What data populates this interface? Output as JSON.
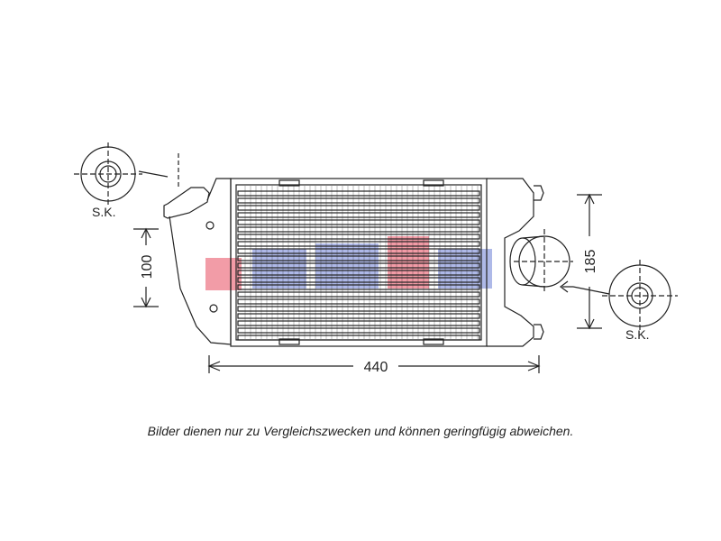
{
  "labels": {
    "section_left": "S.K.",
    "section_right": "S.K.",
    "dim_height": "100",
    "dim_width": "440",
    "dim_depth": "185"
  },
  "caption": "Bilder dienen nur zu Vergleichszwecken und können geringfügig abweichen.",
  "colors": {
    "line": "#222222",
    "watermark_red": "#e84a5f",
    "watermark_blue": "#6c7fd6"
  }
}
